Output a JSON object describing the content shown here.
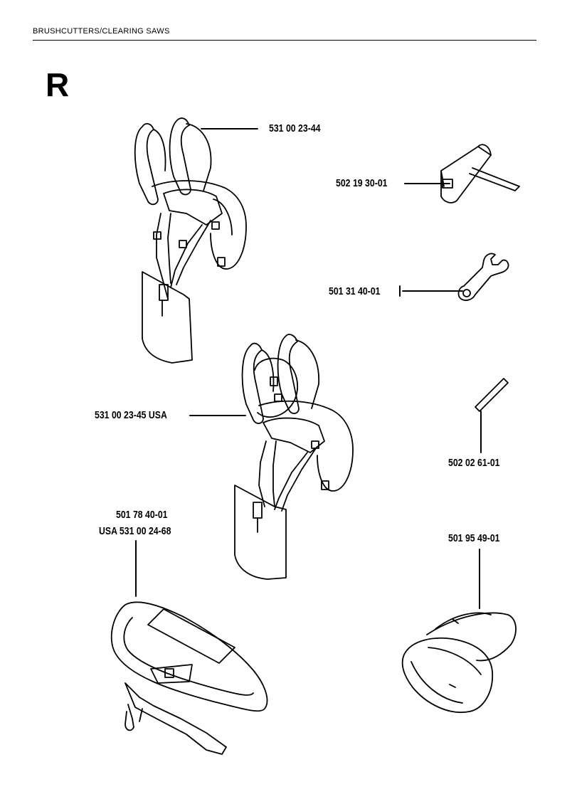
{
  "header": {
    "title": "BRUSHCUTTERS/CLEARING SAWS"
  },
  "section": {
    "letter": "R"
  },
  "parts": [
    {
      "number": "531 00 23-44"
    },
    {
      "number": "502 19 30-01"
    },
    {
      "number": "501 31 40-01"
    },
    {
      "number": "531 00 23-45 USA"
    },
    {
      "number": "502 02 61-01"
    },
    {
      "number": "501 78 40-01"
    },
    {
      "number": "USA 531 00 24-68"
    },
    {
      "number": "501 95 49-01"
    }
  ],
  "colors": {
    "ink": "#000000",
    "paper": "#ffffff"
  }
}
